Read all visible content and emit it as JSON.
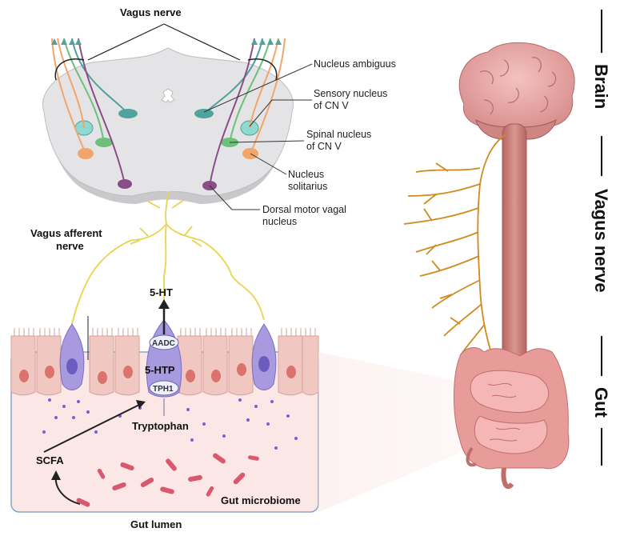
{
  "labels": {
    "vagus_nerve_top": "Vagus nerve",
    "nucleus_ambiguus": "Nucleus ambiguus",
    "sensory_nucleus_1": "Sensory nucleus",
    "sensory_nucleus_2": "of CN V",
    "spinal_nucleus_1": "Spinal nucleus",
    "spinal_nucleus_2": "of CN V",
    "nucleus_solitarius_1": "Nucleus",
    "nucleus_solitarius_2": "solitarius",
    "dorsal_motor_1": "Dorsal motor vagal",
    "dorsal_motor_2": "nucleus",
    "vagus_afferent_1": "Vagus afferent",
    "vagus_afferent_2": "nerve",
    "five_ht": "5-HT",
    "aadc": "AADC",
    "five_htp": "5-HTP",
    "tph1": "TPH1",
    "tryptophan": "Tryptophan",
    "scfa": "SCFA",
    "gut_microbiome": "Gut microbiome",
    "gut_lumen": "Gut lumen"
  },
  "side_labels": {
    "brain": "Brain",
    "vagus_nerve": "Vagus nerve",
    "gut": "Gut"
  },
  "colors": {
    "nerve_yellow": "#e8d44d",
    "vagus_orange": "#d08a1e",
    "brainstem_gray": "#e4e4e6",
    "epithelium_pink": "#f1c7c2",
    "lumen_pink": "#fbe7e6",
    "enterochromaffin_purple": "#a79adf",
    "bacteria_red": "#d9586d",
    "organ_pink": "#e89c9a"
  }
}
